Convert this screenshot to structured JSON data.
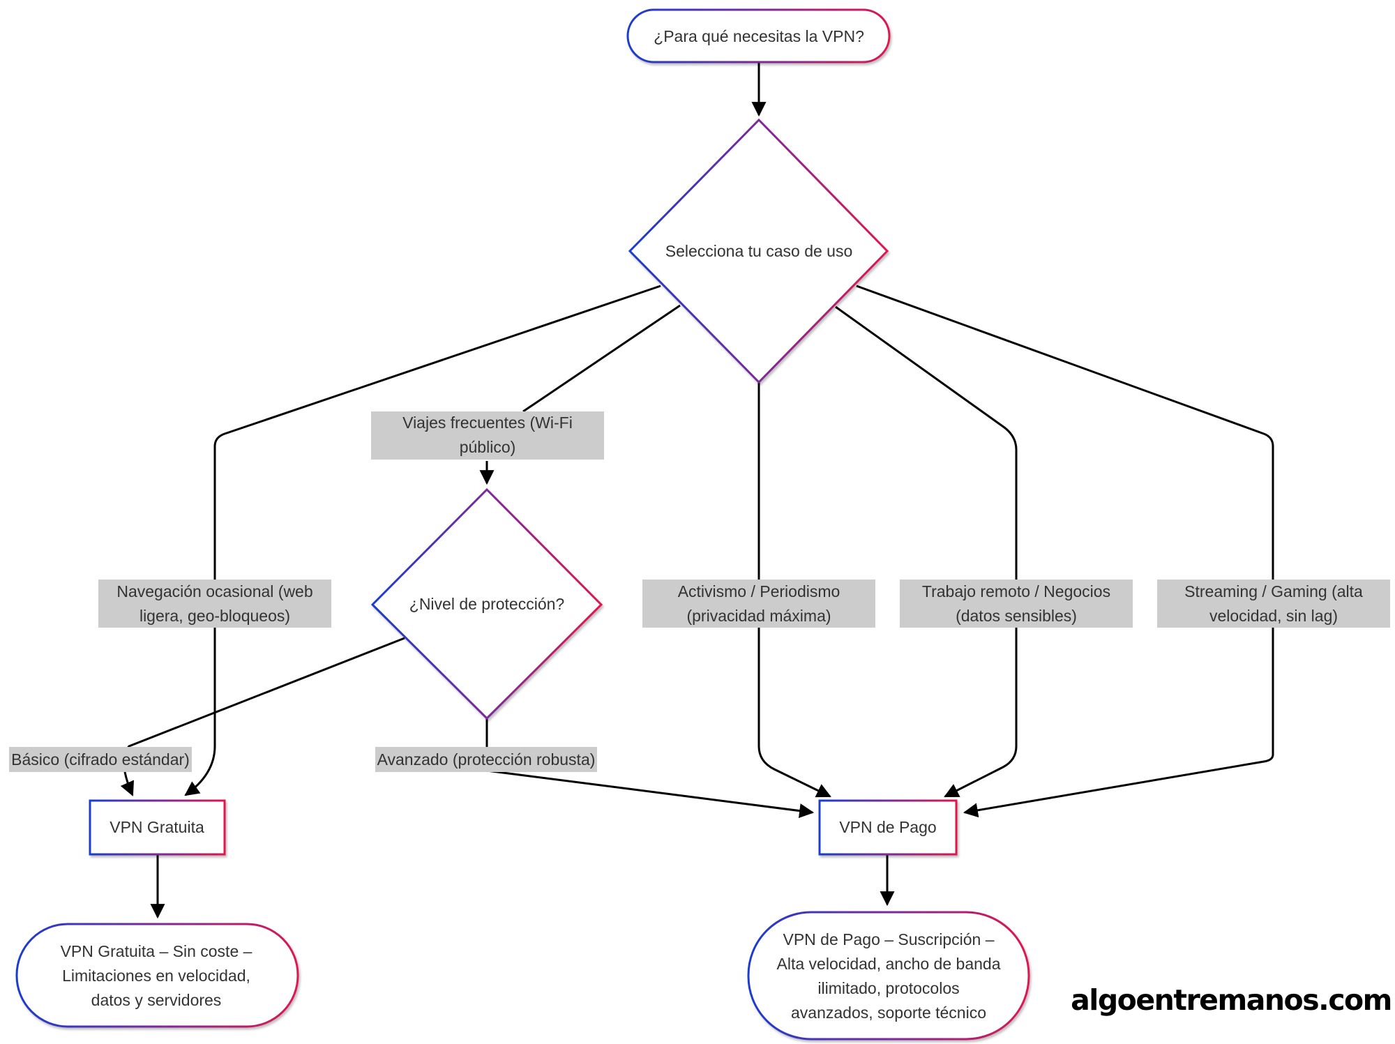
{
  "nodes": {
    "start": "¿Para qué necesitas la VPN?",
    "use_case": "Selecciona tu caso de uso",
    "travel_box": [
      "Viajes frecuentes (Wi-Fi",
      "público)"
    ],
    "protection": "¿Nivel de protección?",
    "free": "VPN Gratuita",
    "paid": "VPN de Pago",
    "free_end": [
      "VPN Gratuita – Sin coste –",
      "Limitaciones en velocidad,",
      "datos y servidores"
    ],
    "paid_end": [
      "VPN de Pago – Suscripción –",
      "Alta velocidad, ancho de banda",
      "ilimitado, protocolos",
      "avanzados, soporte técnico"
    ]
  },
  "edge_labels": {
    "casual": [
      "Navegación ocasional (web",
      "ligera, geo-bloqueos)"
    ],
    "activism": [
      "Activismo / Periodismo",
      "(privacidad máxima)"
    ],
    "remote": [
      "Trabajo remoto / Negocios",
      "(datos sensibles)"
    ],
    "streaming": [
      "Streaming / Gaming (alta",
      "velocidad, sin lag)"
    ],
    "basic": "Básico (cifrado estándar)",
    "advanced": "Avanzado (protección robusta)"
  },
  "watermark": "algoentremanos.com",
  "colors": {
    "gradient_start": "#1a3ccf",
    "gradient_mid": "#7a2a9a",
    "gradient_end": "#e0164f",
    "label_bg": "#cccccc",
    "edge": "#000000"
  }
}
